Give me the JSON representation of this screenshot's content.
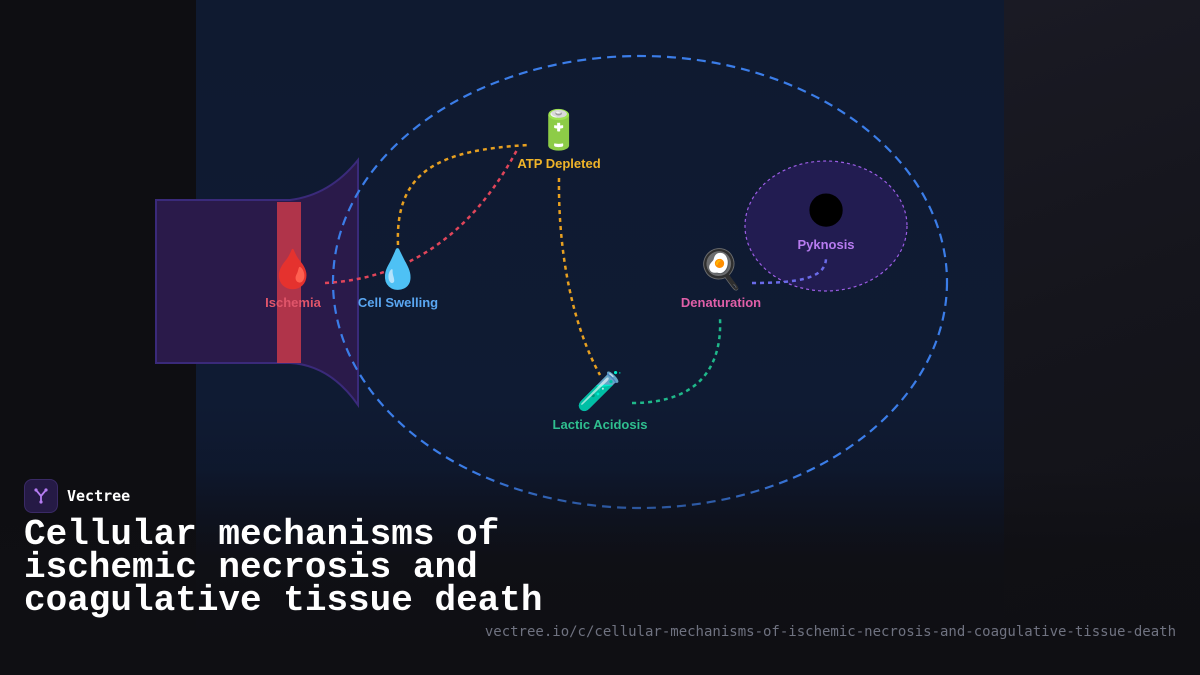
{
  "brand": {
    "name": "Vectree",
    "logo_icon": "vectree-tree-icon"
  },
  "title": "Cellular mechanisms of ischemic necrosis and coagulative tissue death",
  "url": "vectree.io/c/cellular-mechanisms-of-ischemic-necrosis-and-coagulative-tissue-death",
  "diagram": {
    "nodes": [
      {
        "id": "ischemia",
        "label": "Ischemia",
        "icon": "blood-drop-icon",
        "glyph": "🩸",
        "color": "#e0556a"
      },
      {
        "id": "cell-swelling",
        "label": "Cell Swelling",
        "icon": "water-drop-icon",
        "glyph": "💧",
        "color": "#5aa7f2"
      },
      {
        "id": "atp-depleted",
        "label": "ATP Depleted",
        "icon": "battery-icon",
        "glyph": "🔋",
        "color": "#f0b429"
      },
      {
        "id": "lactic-acidosis",
        "label": "Lactic Acidosis",
        "icon": "test-tube-icon",
        "glyph": "🧪",
        "color": "#2fbf8f"
      },
      {
        "id": "denaturation",
        "label": "Denaturation",
        "icon": "fried-egg-icon",
        "glyph": "🍳",
        "color": "#e05fa8"
      },
      {
        "id": "pyknosis",
        "label": "Pyknosis",
        "icon": "dark-moon-icon",
        "glyph": "🌑",
        "color": "#b77bf0"
      }
    ],
    "edges": [
      {
        "from": "ischemia",
        "to": "atp-depleted",
        "color": "#e0455a"
      },
      {
        "from": "cell-swelling",
        "to": "atp-depleted",
        "color": "#e8a020"
      },
      {
        "from": "atp-depleted",
        "to": "lactic-acidosis",
        "color": "#e8a020"
      },
      {
        "from": "lactic-acidosis",
        "to": "denaturation",
        "color": "#1fb88a"
      },
      {
        "from": "denaturation",
        "to": "pyknosis",
        "color": "#6a6ae8"
      }
    ],
    "colors": {
      "cell_outline": "#3b7de8",
      "nucleus_outline": "#9b5de5",
      "nucleus_fill": "#2a1e5c",
      "vessel_fill": "#2a1a4a",
      "vessel_outline": "#3a2a7a",
      "vessel_occlusion": "#c8394a"
    }
  }
}
